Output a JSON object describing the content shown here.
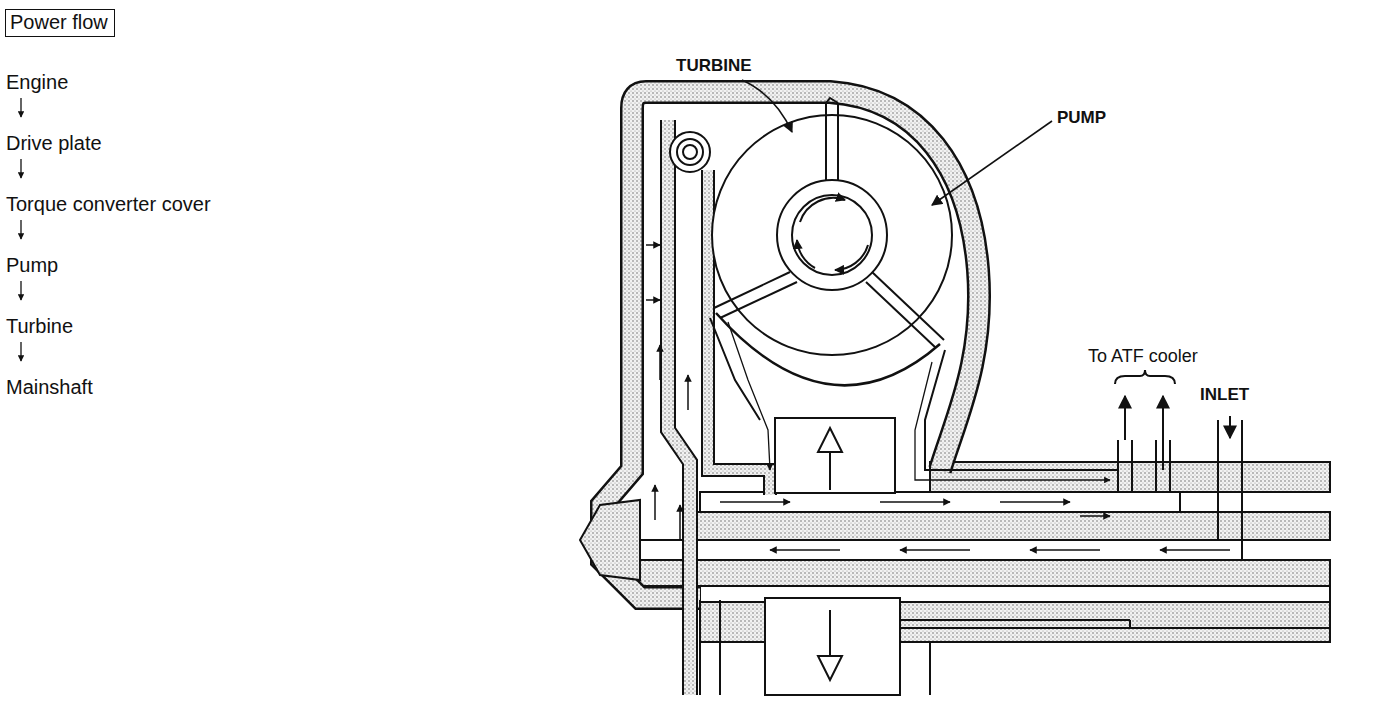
{
  "diagram": {
    "nodes": [
      {
        "text": [
          "Power flow"
        ]
      }
    ],
    "labels": [
      "Engine",
      "Drive plate",
      "Torque converter cover",
      "Pump",
      "Turbine",
      "Mainshaft",
      "TURBINE",
      "PUMP",
      "To ATF cooler",
      "INLET"
    ]
  }
}
